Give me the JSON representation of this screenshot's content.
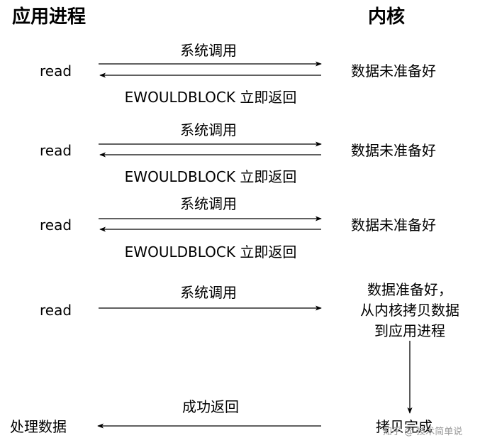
{
  "headers": {
    "app_process": "应用进程",
    "kernel": "内核"
  },
  "rounds": [
    {
      "call": "系统调用",
      "read": "read",
      "kernel_state": "数据未准备好",
      "reply": "EWOULDBLOCK 立即返回"
    },
    {
      "call": "系统调用",
      "read": "read",
      "kernel_state": "数据未准备好",
      "reply": "EWOULDBLOCK 立即返回"
    },
    {
      "call": "系统调用",
      "read": "read",
      "kernel_state": "数据未准备好",
      "reply": "EWOULDBLOCK 立即返回"
    }
  ],
  "final_round": {
    "call": "系统调用",
    "read": "read",
    "kernel_state_lines": [
      "数据准备好，",
      "从内核拷贝数据",
      "到应用进程"
    ]
  },
  "completion": {
    "reply": "成功返回",
    "app_action": "处理数据",
    "kernel_state": "拷贝完成"
  },
  "watermark": "知乎 @ 技术简单说"
}
